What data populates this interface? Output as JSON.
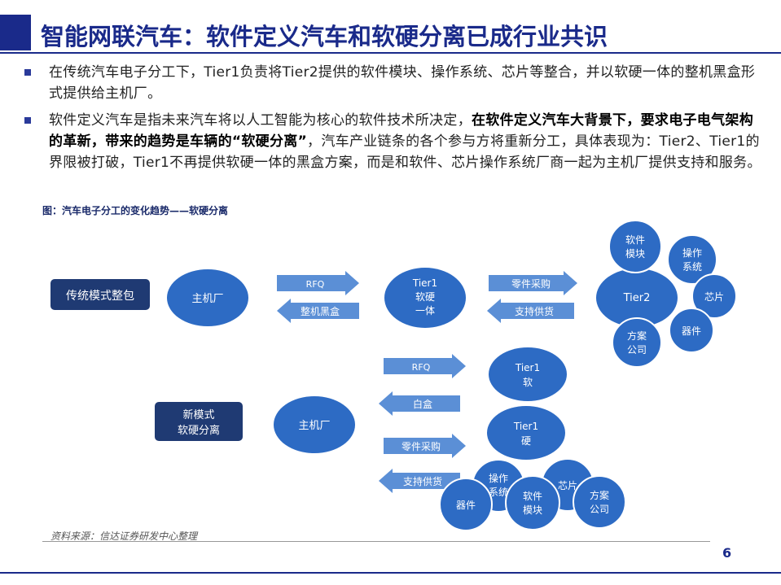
{
  "title": "智能网联汽车：软件定义汽车和软硬分离已成行业共识",
  "bullets": [
    {
      "text": "在传统汽车电子分工下，Tier1负责将Tier2提供的软件模块、操作系统、芯片等整合，并以软硬一体的整机黑盒形式提供给主机厂。"
    },
    {
      "pre": "软件定义汽车是指未来汽车将以人工智能为核心的软件技术所决定，",
      "bold": "在软件定义汽车大背景下，要求电子电气架构的革新，带来的趋势是车辆的“软硬分离”",
      "post": "，汽车产业链条的各个参与方将重新分工，具体表现为：Tier2、Tier1的界限被打破，Tier1不再提供软硬一体的黑盒方案，而是和软件、芯片操作系统厂商一起为主机厂提供支持和服务。"
    }
  ],
  "figure_caption": "图：汽车电子分工的变化趋势——软硬分离",
  "diagram": {
    "traditional": {
      "mode_label": "传统模式整包",
      "oem": "主机厂",
      "rfq": "RFQ",
      "blackbox": "整机黑盒",
      "tier1": [
        "Tier1",
        "软硬",
        "一体"
      ],
      "purchase": "零件采购",
      "support": "支持供货",
      "tier2": "Tier2",
      "satellites": [
        [
          "软件",
          "模块"
        ],
        [
          "操作",
          "系统"
        ],
        [
          "芯片"
        ],
        [
          "器件"
        ],
        [
          "方案",
          "公司"
        ]
      ]
    },
    "new": {
      "mode_label": [
        "新模式",
        "软硬分离"
      ],
      "oem": "主机厂",
      "rfq": "RFQ",
      "whitebox": "白盒",
      "purchase": "零件采购",
      "support": "支持供货",
      "tier1_soft": [
        "Tier1",
        "软"
      ],
      "tier1_hard": [
        "Tier1",
        "硬"
      ],
      "bottom": [
        [
          "操作",
          "系统"
        ],
        [
          "芯片"
        ],
        [
          "器件"
        ],
        [
          "软件",
          "模块"
        ],
        [
          "方案",
          "公司"
        ]
      ]
    },
    "colors": {
      "navy": "#1f3a73",
      "blue": "#2d6bc4",
      "arrow": "#5b8fd6"
    }
  },
  "source": "资料来源：信达证券研发中心整理",
  "page_number": "6"
}
